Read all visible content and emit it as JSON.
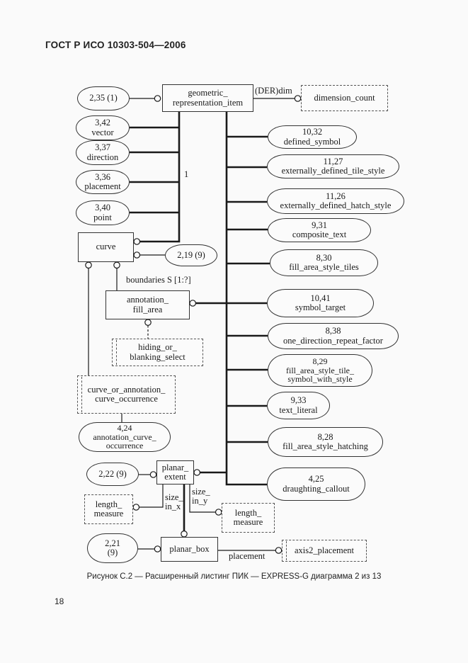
{
  "page": {
    "header": "ГОСТ Р ИСО 10303-504—2006",
    "page_number": "18",
    "caption": "Рисунок С.2 — Расширенный листинг ПИК — EXPRESS-G диаграмма 2 из 13"
  },
  "diagram": {
    "notation": "EXPRESS-G",
    "entities": {
      "gri": {
        "line1": "geometric_",
        "line2": "representation_item"
      },
      "curve": {
        "line1": "curve"
      },
      "afa": {
        "line1": "annotation_",
        "line2": "fill_area"
      },
      "pext": {
        "line1": "planar_",
        "line2": "extent"
      },
      "pbox": {
        "line1": "planar_box"
      }
    },
    "page_refs": {
      "r235": {
        "line1": "2,35 (1)"
      },
      "vector": {
        "line1": "3,42",
        "line2": "vector"
      },
      "direction": {
        "line1": "3,37",
        "line2": "direction"
      },
      "placement": {
        "line1": "3,36",
        "line2": "placement"
      },
      "point": {
        "line1": "3,40",
        "line2": "point"
      },
      "r219": {
        "line1": "2,19 (9)"
      },
      "aco": {
        "line1": "4,24",
        "line2": "annotation_curve_",
        "line3": "occurrence"
      },
      "r222": {
        "line1": "2,22 (9)"
      },
      "r221": {
        "line1": "2,21",
        "line2": "(9)"
      },
      "defined_symbol": {
        "line1": "10,32",
        "line2": "defined_symbol"
      },
      "ext_tile_style": {
        "line1": "11,27",
        "line2": "externally_defined_tile_style"
      },
      "ext_hatch_style": {
        "line1": "11,26",
        "line2": "externally_defined_hatch_style"
      },
      "composite_text": {
        "line1": "9,31",
        "line2": "composite_text"
      },
      "fill_area_style_tiles": {
        "line1": "8,30",
        "line2": "fill_area_style_tiles"
      },
      "symbol_target": {
        "line1": "10,41",
        "line2": "symbol_target"
      },
      "one_direction_repeat_factor": {
        "line1": "8,38",
        "line2": "one_direction_repeat_factor"
      },
      "fill_area_style_tile_symbol_with_style": {
        "line1": "8,29",
        "line2": "fill_area_style_tile_",
        "line3": "symbol_with_style"
      },
      "text_literal": {
        "line1": "9,33",
        "line2": "text_literal"
      },
      "fill_area_style_hatching": {
        "line1": "8,28",
        "line2": "fill_area_style_hatching"
      },
      "draughting_callout": {
        "line1": "4,25",
        "line2": "draughting_callout"
      }
    },
    "types": {
      "dimension_count": {
        "line1": "dimension_count"
      },
      "hiding_or_blanking_select": {
        "line1": "hiding_or_",
        "line2": "blanking_select"
      },
      "curve_or_annotation_curve_occurrence": {
        "line1": "curve_or_annotation_",
        "line2": "curve_occurrence"
      },
      "length_measure_left": {
        "line1": "length_",
        "line2": "measure"
      },
      "length_measure_right": {
        "line1": "length_",
        "line2": "measure"
      },
      "axis2_placement": {
        "line1": "axis2_placement"
      }
    },
    "edge_labels": {
      "der_dim": "(DER)dim",
      "one": "1",
      "boundaries": "boundaries S [1:?]",
      "size_in_x_1": "size_",
      "size_in_x_2": "in_x",
      "size_in_y_1": "size_",
      "size_in_y_2": "in_y",
      "placement": "placement"
    }
  }
}
